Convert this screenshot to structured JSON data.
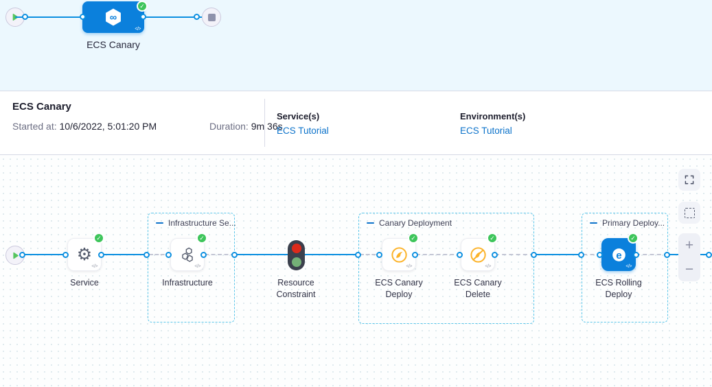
{
  "top_pipeline": {
    "stage_label": "ECS Canary",
    "node_icon": "cd-hexagon-infinity-icon",
    "start_icon": "play-icon",
    "end_icon": "stop-square-icon",
    "status": "success"
  },
  "info_bar": {
    "title": "ECS Canary",
    "started_label": "Started at:",
    "started_value": "10/6/2022, 5:01:20 PM",
    "duration_label": "Duration:",
    "duration_value": "9m 36s",
    "services_label": "Service(s)",
    "services_link": "ECS Tutorial",
    "environments_label": "Environment(s)",
    "environments_link": "ECS Tutorial"
  },
  "graph": {
    "groups": [
      {
        "label": "Infrastructure Se..."
      },
      {
        "label": "Canary Deployment"
      },
      {
        "label": "Primary Deploy..."
      }
    ],
    "nodes": [
      {
        "label": "Service",
        "icon": "gear-icon",
        "status": "success"
      },
      {
        "label": "Infrastructure",
        "icon": "hexagon-cluster-icon",
        "status": "success"
      },
      {
        "label": "Resource Constraint",
        "icon": "traffic-light-icon",
        "status": "running"
      },
      {
        "label": "ECS Canary Deploy",
        "icon": "canary-bird-icon",
        "status": "success"
      },
      {
        "label": "ECS Canary Delete",
        "icon": "canary-bird-slash-icon",
        "status": "success"
      },
      {
        "label": "ECS Rolling Deploy",
        "icon": "ecs-rolling-icon",
        "status": "success"
      }
    ],
    "controls": {
      "fullscreen": "fullscreen-icon",
      "selection": "selection-marquee-icon",
      "zoom_in": "+",
      "zoom_out": "−"
    }
  },
  "glyphs": {
    "code": "</>",
    "check": "✓",
    "gear": "⚙",
    "infinity": "∞",
    "ecs_e": "e"
  },
  "colors": {
    "primary_blue": "#0b80dc",
    "line_blue": "#0b8fe0",
    "success_green": "#3ec55b",
    "canary_yellow": "#fcb32a",
    "link_blue": "#0b72ca",
    "container_dash": "#59c5e9",
    "top_band_bg": "#ecf8fe"
  }
}
